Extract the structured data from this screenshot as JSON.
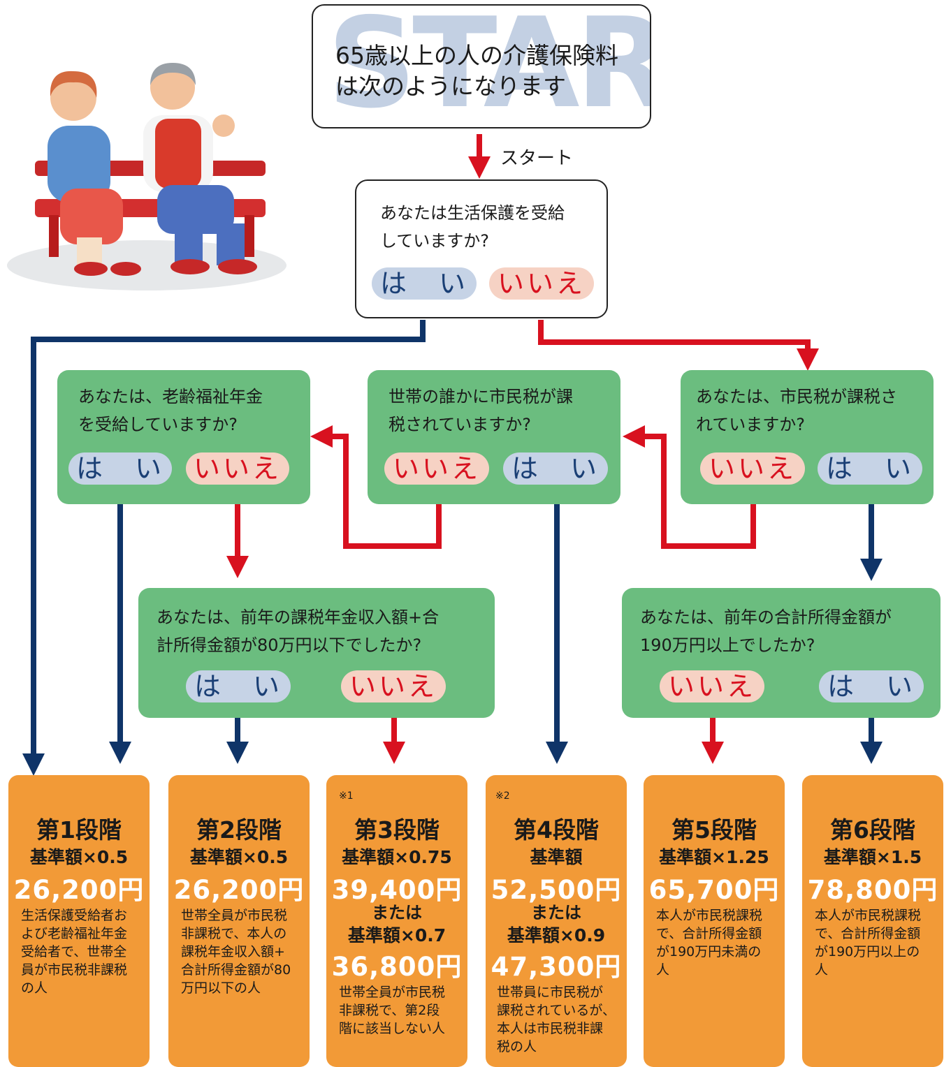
{
  "start": {
    "watermark": "START",
    "title_line1": "65歳以上の人の介護保険料",
    "title_line2": "は次のようになります",
    "arrow_label": "スタート"
  },
  "colors": {
    "navy_arrow": "#0f3468",
    "red_arrow": "#d8111f",
    "green_box": "#6bbd7f",
    "orange_box": "#f29a37",
    "yes_pill": "#c6d3e6",
    "no_pill": "#f6d2c4"
  },
  "questions": {
    "q_welfare": {
      "line1": "あなたは生活保護を受給",
      "line2": "していますか?",
      "yes": "は　い",
      "no": "いいえ"
    },
    "q_pension": {
      "line1": "あなたは、老齢福祉年金",
      "line2": "を受給していますか?",
      "yes": "は　い",
      "no": "いいえ"
    },
    "q_household": {
      "line1": "世帯の誰かに市民税が課",
      "line2": "税されていますか?",
      "yes": "は　い",
      "no": "いいえ"
    },
    "q_self_tax": {
      "line1": "あなたは、市民税が課税さ",
      "line2": "れていますか?",
      "yes": "は　い",
      "no": "いいえ"
    },
    "q_income80": {
      "line1": "あなたは、前年の課税年金収入額+合",
      "line2": "計所得金額が80万円以下でしたか?",
      "yes": "は　い",
      "no": "いいえ"
    },
    "q_income190": {
      "line1": "あなたは、前年の合計所得金額が",
      "line2": "190万円以上でしたか?",
      "yes": "は　い",
      "no": "いいえ"
    }
  },
  "stages": [
    {
      "stage": "第1段階",
      "mult": "基準額×0.5",
      "amount": "26,200円",
      "desc": [
        "生活保護受給者お",
        "よび老齢福祉年金",
        "受給者で、世帯全",
        "員が市民税非課税",
        "の人"
      ]
    },
    {
      "stage": "第2段階",
      "mult": "基準額×0.5",
      "amount": "26,200円",
      "desc": [
        "世帯全員が市民税",
        "非課税で、本人の",
        "課税年金収入額+",
        "合計所得金額が80",
        "万円以下の人"
      ]
    },
    {
      "stage": "第3段階",
      "note": "※1",
      "mult": "基準額×0.75",
      "amount": "39,400円",
      "or": "または",
      "mult2": "基準額×0.7",
      "amount2": "36,800円",
      "desc": [
        "世帯全員が市民税",
        "非課税で、第2段",
        "階に該当しない人"
      ]
    },
    {
      "stage": "第4段階",
      "note": "※2",
      "mult": "基準額",
      "amount": "52,500円",
      "or": "または",
      "mult2": "基準額×0.9",
      "amount2": "47,300円",
      "desc": [
        "世帯員に市民税が",
        "課税されているが、",
        "本人は市民税非課",
        "税の人"
      ]
    },
    {
      "stage": "第5段階",
      "mult": "基準額×1.25",
      "amount": "65,700円",
      "desc": [
        "本人が市民税課税",
        "で、合計所得金額",
        "が190万円未満の",
        "人"
      ]
    },
    {
      "stage": "第6段階",
      "mult": "基準額×1.5",
      "amount": "78,800円",
      "desc": [
        "本人が市民税課税",
        "で、合計所得金額",
        "が190万円以上の",
        "人"
      ]
    }
  ]
}
